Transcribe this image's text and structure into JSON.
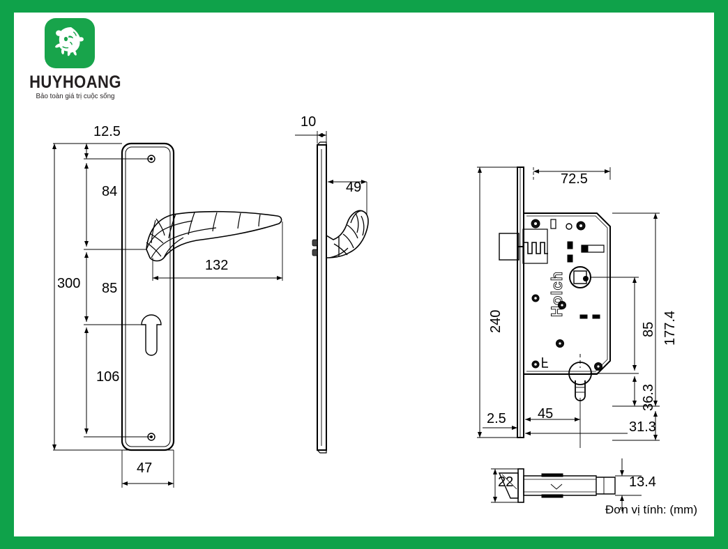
{
  "page": {
    "border_color": "#0fa24a",
    "background": "#ffffff",
    "title": "Ban ve ky thuat khoa tay nam"
  },
  "logo": {
    "mark_name": "elephant-head-logo",
    "mark_color": "#18a44b",
    "wordmark": "HUYHOANG",
    "tagline": "Bảo toàn giá trị cuộc sống",
    "text_color": "#231f20"
  },
  "caption": {
    "unit_note": "Đơn vị tính: (mm)"
  },
  "views": {
    "front": {
      "name": "front-plate-view",
      "dimensions": {
        "top_offset": "12.5",
        "handle_center": "84",
        "overall_height": "300",
        "handle_to_keyhole": "85",
        "keyhole_to_bottom": "106",
        "plate_width": "47",
        "lever_length": "132"
      }
    },
    "side": {
      "name": "side-profile-view",
      "dimensions": {
        "plate_thickness": "10",
        "lever_projection": "49"
      }
    },
    "lock_body": {
      "name": "mortise-lock-body-view",
      "brand_text": "Holch",
      "dimensions": {
        "faceplate_height": "240",
        "body_width": "72.5",
        "spindle_to_keyhole": "85",
        "keyhole_to_body_bottom": "36.3",
        "body_height": "177.4",
        "faceplate_thickness": "2.5",
        "backset": "45",
        "bottom_offset": "31.3"
      }
    },
    "latch": {
      "name": "latch-bolt-side-view",
      "dimensions": {
        "faceplate_width": "22",
        "bolt_height": "13.4"
      }
    }
  }
}
